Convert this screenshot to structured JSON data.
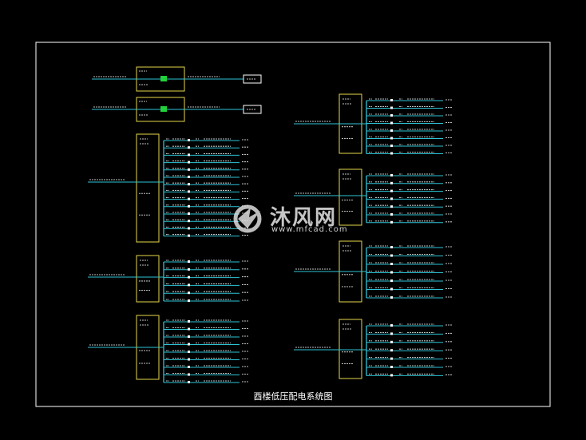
{
  "drawing": {
    "title": "酉楼低压配电系统图",
    "watermark_text": "沐风网",
    "watermark_url": "www.mfcad.com",
    "watermark_logo_icon": "mfcad-logo-icon"
  },
  "colors": {
    "background": "#000000",
    "frame": "#ffffff",
    "panel_box": "#e6d84a",
    "feeder_line": "#2ec4d6",
    "breaker": "#22d03a",
    "text": "#e0e0e0"
  }
}
